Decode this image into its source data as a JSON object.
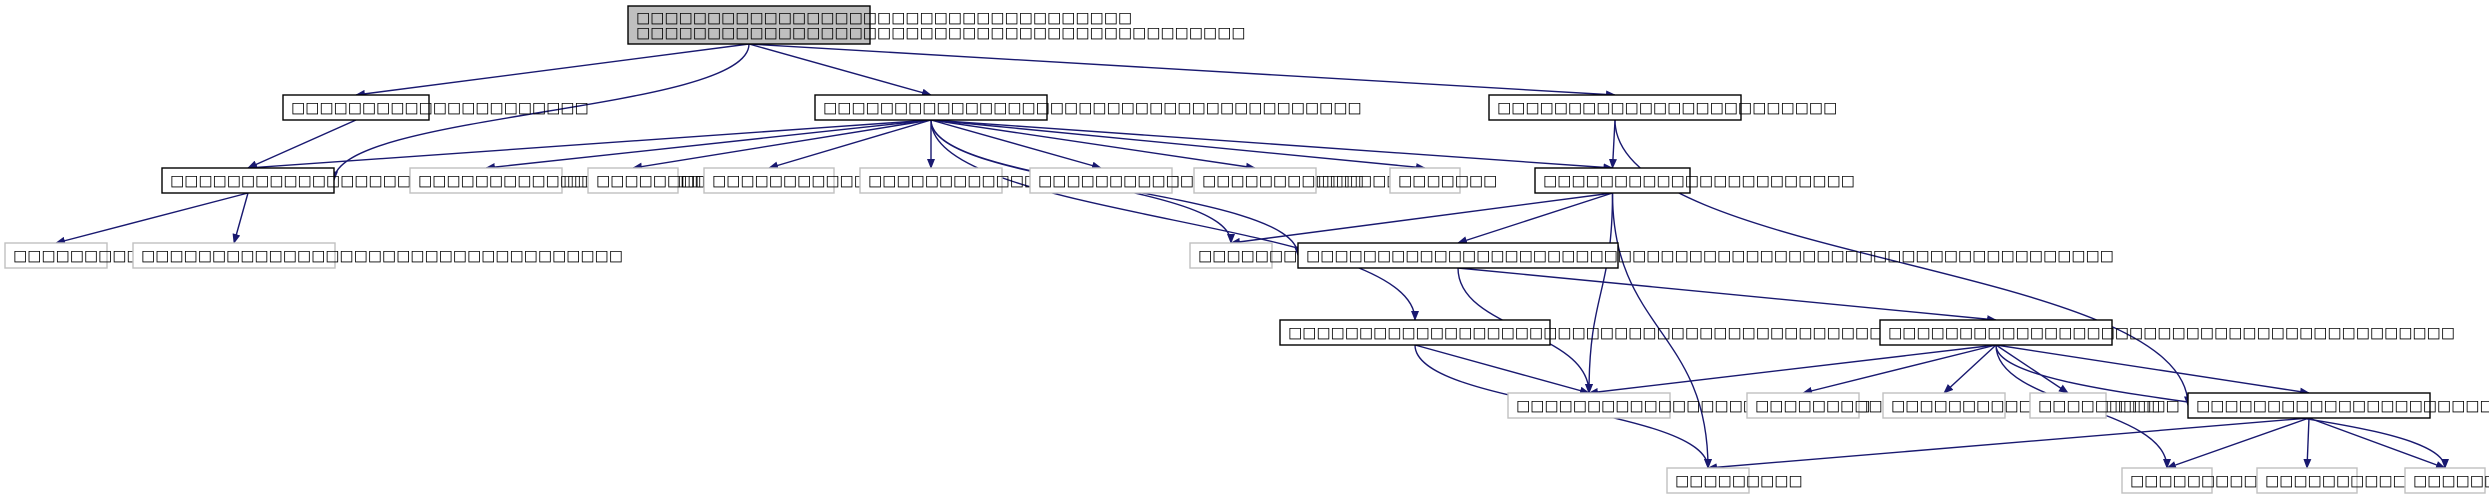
{
  "graph": {
    "colors": {
      "edge": "#191970",
      "root_fill": "#bfbfbf",
      "main_border": "#000000",
      "leaf_border": "#c0c0c0"
    },
    "nodes": [
      {
        "id": "root",
        "kind": "root",
        "lines": [
          "□□□□□□□□□□□□□□□□□□□□□□□□□□□□□□□□□□□",
          "□□□□□□□□□□□□□□□□□□□□□□□□□□□□□□□□□□□□□□□□□□□"
        ]
      },
      {
        "id": "n1",
        "kind": "main",
        "lines": [
          "□□□□□□□□□□□□□□□□□□□□□"
        ]
      },
      {
        "id": "n2",
        "kind": "main",
        "lines": [
          "□□□□□□□□□□□□□□□□□□□□□□□□□□□□□□□□□□□□□□"
        ]
      },
      {
        "id": "n3",
        "kind": "main",
        "lines": [
          "□□□□□□□□□□□□□□□□□□□□□□□□□□□□□□□□□□□□□□□□"
        ]
      },
      {
        "id": "n4",
        "kind": "main",
        "lines": [
          "□□□□□□□□□□□□□□□□□□□□□□□□"
        ]
      },
      {
        "id": "l1",
        "kind": "leaf",
        "lines": [
          "□□□□□□□□□□□□□□□□□□□□□□□"
        ]
      },
      {
        "id": "l2",
        "kind": "leaf",
        "lines": [
          "□□□□□□□□□□□"
        ]
      },
      {
        "id": "l3",
        "kind": "leaf",
        "lines": [
          "□□□□□□□□□□□□□□□□□□□□"
        ]
      },
      {
        "id": "l4",
        "kind": "leaf",
        "lines": [
          "□□□□□□□□□□□□□□□□□□□□□□"
        ]
      },
      {
        "id": "l5",
        "kind": "leaf",
        "lines": [
          "□□□□□□□□□□□□□□□□□□□□□□□"
        ]
      },
      {
        "id": "l6",
        "kind": "leaf",
        "lines": [
          "□□□□□□□□□□□□□□□□□□"
        ]
      },
      {
        "id": "l7",
        "kind": "leaf",
        "lines": [
          "□□□□□□□"
        ]
      },
      {
        "id": "n5",
        "kind": "main",
        "lines": [
          "□□□□□□□□□□□□□□□□□□□□□□"
        ]
      },
      {
        "id": "l8",
        "kind": "leaf",
        "lines": [
          "□□□□□□□□□□□□□□"
        ]
      },
      {
        "id": "l9",
        "kind": "leaf",
        "lines": [
          "□□□□□□□□□□□□□□□□□□□□□□□□□□□□□□□□□□"
        ]
      },
      {
        "id": "l10",
        "kind": "leaf",
        "lines": [
          "□□□□□□□□□"
        ]
      },
      {
        "id": "n6",
        "kind": "main",
        "lines": [
          "□□□□□□□□□□□□□□□□□□□□□□□□□□□□□□□□□□□□□□□□□□□□□□□□□□□□□□□□□"
        ]
      },
      {
        "id": "n7",
        "kind": "main",
        "lines": [
          "□□□□□□□□□□□□□□□□□□□□□□□□□□□□□□□□□□□□□□□□□□□□□□"
        ]
      },
      {
        "id": "n8",
        "kind": "main",
        "lines": [
          "□□□□□□□□□□□□□□□□□□□□□□□□□□□□□□□□□□□□□□□□"
        ]
      },
      {
        "id": "l11",
        "kind": "leaf",
        "lines": [
          "□□□□□□□□□□□□□□□□□□□□□□□□□"
        ]
      },
      {
        "id": "l12",
        "kind": "leaf",
        "lines": [
          "□□□□□□□□□□□□□□□"
        ]
      },
      {
        "id": "l13",
        "kind": "leaf",
        "lines": [
          "□□□□□□□□□□□□□□□□□□□"
        ]
      },
      {
        "id": "l14",
        "kind": "leaf",
        "lines": [
          "□□□□□□□□□□"
        ]
      },
      {
        "id": "n9",
        "kind": "main",
        "lines": [
          "□□□□□□□□□□□□□□□□□□□□□□□□□□□□□□□□□□□□□□□□"
        ]
      },
      {
        "id": "l15",
        "kind": "leaf",
        "lines": [
          "□□□□□□□□□"
        ]
      },
      {
        "id": "l16",
        "kind": "leaf",
        "lines": [
          "□□□□□□□□□□"
        ]
      },
      {
        "id": "l17",
        "kind": "leaf",
        "lines": [
          "□□□□□□□□□□□□"
        ]
      },
      {
        "id": "l18",
        "kind": "leaf",
        "lines": [
          "□□□□□□□□□□"
        ]
      }
    ],
    "edges": [
      [
        "root",
        "n1"
      ],
      [
        "root",
        "n3"
      ],
      [
        "root",
        "n2"
      ],
      [
        "root",
        "n4"
      ],
      [
        "n1",
        "n3"
      ],
      [
        "n2",
        "n3"
      ],
      [
        "n3",
        "l8"
      ],
      [
        "n3",
        "l9"
      ],
      [
        "n2",
        "l1"
      ],
      [
        "n2",
        "l2"
      ],
      [
        "n2",
        "l3"
      ],
      [
        "n2",
        "l4"
      ],
      [
        "n2",
        "l5"
      ],
      [
        "n2",
        "l6"
      ],
      [
        "n2",
        "l7"
      ],
      [
        "n2",
        "n5"
      ],
      [
        "n2",
        "l10"
      ],
      [
        "n2",
        "n6"
      ],
      [
        "n2",
        "n7"
      ],
      [
        "n4",
        "n5"
      ],
      [
        "n4",
        "n8"
      ],
      [
        "n5",
        "l10"
      ],
      [
        "n5",
        "n6"
      ],
      [
        "n5",
        "l11"
      ],
      [
        "n5",
        "l15"
      ],
      [
        "n6",
        "l11"
      ],
      [
        "n6",
        "n9"
      ],
      [
        "n7",
        "l11"
      ],
      [
        "n7",
        "l15"
      ],
      [
        "n9",
        "l11"
      ],
      [
        "n9",
        "l12"
      ],
      [
        "n9",
        "l13"
      ],
      [
        "n9",
        "l14"
      ],
      [
        "n9",
        "n8"
      ],
      [
        "n9",
        "l16"
      ],
      [
        "n9",
        "l18"
      ],
      [
        "n8",
        "l15"
      ],
      [
        "n8",
        "l16"
      ],
      [
        "n8",
        "l17"
      ],
      [
        "n8",
        "l18"
      ]
    ]
  }
}
